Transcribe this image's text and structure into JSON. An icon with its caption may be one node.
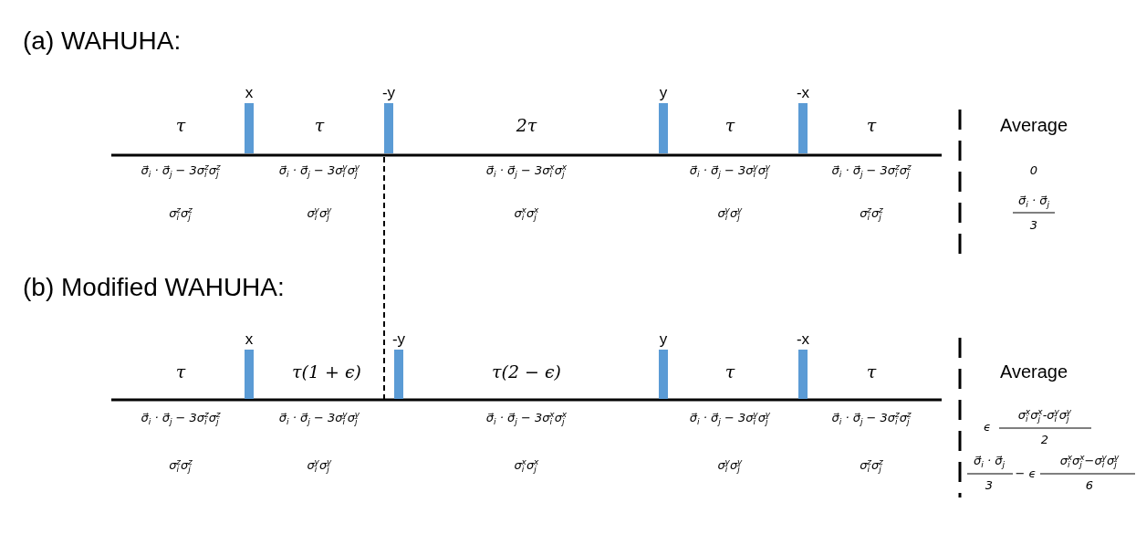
{
  "diagram": {
    "labels": [
      "(a) WAHUHA:",
      "x",
      "-y",
      "y",
      "-x",
      "τ",
      "τ",
      "2τ",
      "τ",
      "τ",
      "Average",
      "σ⃗$_{i}$ · σ⃗$_{j}$ − 3σ$_{i}$$^{z}$σ$_{j}$$^{z}$",
      "σ⃗$_{i}$ · σ⃗$_{j}$ − 3σ$_{i}$$^{y}$σ$_{j}$$^{y}$",
      "σ⃗$_{i}$ · σ⃗$_{j}$ − 3σ$_{i}$$^{x}$σ$_{j}$$^{x}$",
      "σ⃗$_{i}$ · σ⃗$_{j}$ − 3σ$_{i}$$^{y}$σ$_{j}$$^{y}$",
      "σ⃗$_{i}$ · σ⃗$_{j}$ − 3σ$_{i}$$^{z}$σ$_{j}$$^{z}$",
      "0",
      "σ$_{i}$$^{z}$σ$_{j}$$^{z}$",
      "σ$_{i}$$^{y}$σ$_{j}$$^{y}$",
      "σ$_{i}$$^{x}$σ$_{j}$$^{x}$",
      "σ$_{i}$$^{y}$σ$_{j}$$^{y}$",
      "σ$_{i}$$^{z}$σ$_{j}$$^{z}$",
      "σ⃗$_{i}$ · σ⃗$_{j}$",
      "3",
      "(b) Modified WAHUHA:",
      "x",
      "-y",
      "y",
      "-x",
      "τ",
      "τ(1 + ϵ)",
      "τ(2 − ϵ)",
      "τ",
      "τ",
      "Average",
      "σ⃗$_{i}$ · σ⃗$_{j}$ − 3σ$_{i}$$^{z}$σ$_{j}$$^{z}$",
      "σ⃗$_{i}$ · σ⃗$_{j}$ − 3σ$_{i}$$^{y}$σ$_{j}$$^{y}$",
      "σ⃗$_{i}$ · σ⃗$_{j}$ − 3σ$_{i}$$^{x}$σ$_{j}$$^{x}$",
      "σ⃗$_{i}$ · σ⃗$_{j}$ − 3σ$_{i}$$^{y}$σ$_{j}$$^{y}$",
      "σ⃗$_{i}$ · σ⃗$_{j}$ − 3σ$_{i}$$^{z}$σ$_{j}$$^{z}$",
      "ϵ",
      "σ$_{i}$$^{x}$σ$_{j}$$^{x}$-σ$_{i}$$^{y}$σ$_{j}$$^{y}$",
      "2",
      "σ$_{i}$$^{z}$σ$_{j}$$^{z}$",
      "σ$_{i}$$^{y}$σ$_{j}$$^{y}$",
      "σ$_{i}$$^{x}$σ$_{j}$$^{x}$",
      "σ$_{i}$$^{y}$σ$_{j}$$^{y}$",
      "σ$_{i}$$^{z}$σ$_{j}$$^{z}$",
      "σ⃗$_{i}$ · σ⃗$_{j}$",
      "3",
      "− ϵ",
      "σ$_{i}$$^{x}$σ$_{j}$$^{x}$−σ$_{i}$$^{y}$σ$_{j}$$^{y}$",
      "6"
    ]
  }
}
